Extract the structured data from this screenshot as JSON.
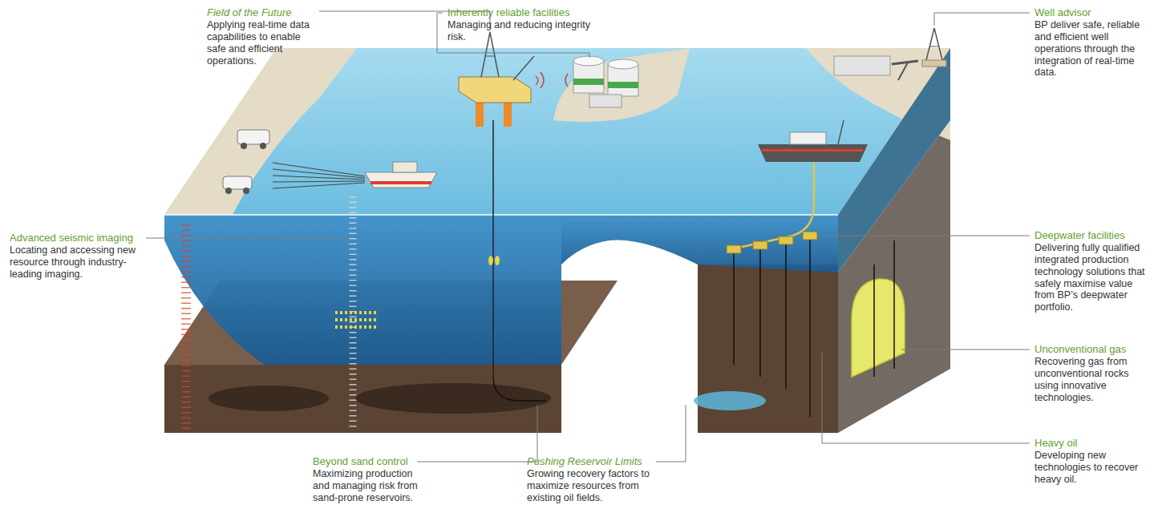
{
  "diagram": {
    "labels": [
      "Field of the Future",
      "Applying real-time data capabilities to enable safe and efficient operations.",
      "Inherently reliable facilities",
      "Managing and reducing integrity risk.",
      "Well advisor",
      "BP deliver safe, reliable and efficient well operations through the integration of real-time data.",
      "Advanced seismic imaging",
      "Locating and accessing new resource through industry-leading imaging.",
      "Deepwater facilities",
      "Delivering fully qualified integrated production technology solutions that safely maximise value from BP’s deepwater portfolio.",
      "Unconventional gas",
      "Recovering gas from unconventional rocks using innovative technologies.",
      "Heavy oil",
      "Developing new technologies to recover heavy oil.",
      "Beyond sand control",
      "Maximizing production and managing risk from sand-prone reservoirs.",
      "Pushing Reservoir Limits",
      "Growing recovery factors to maximize resources from existing oil fields."
    ]
  }
}
